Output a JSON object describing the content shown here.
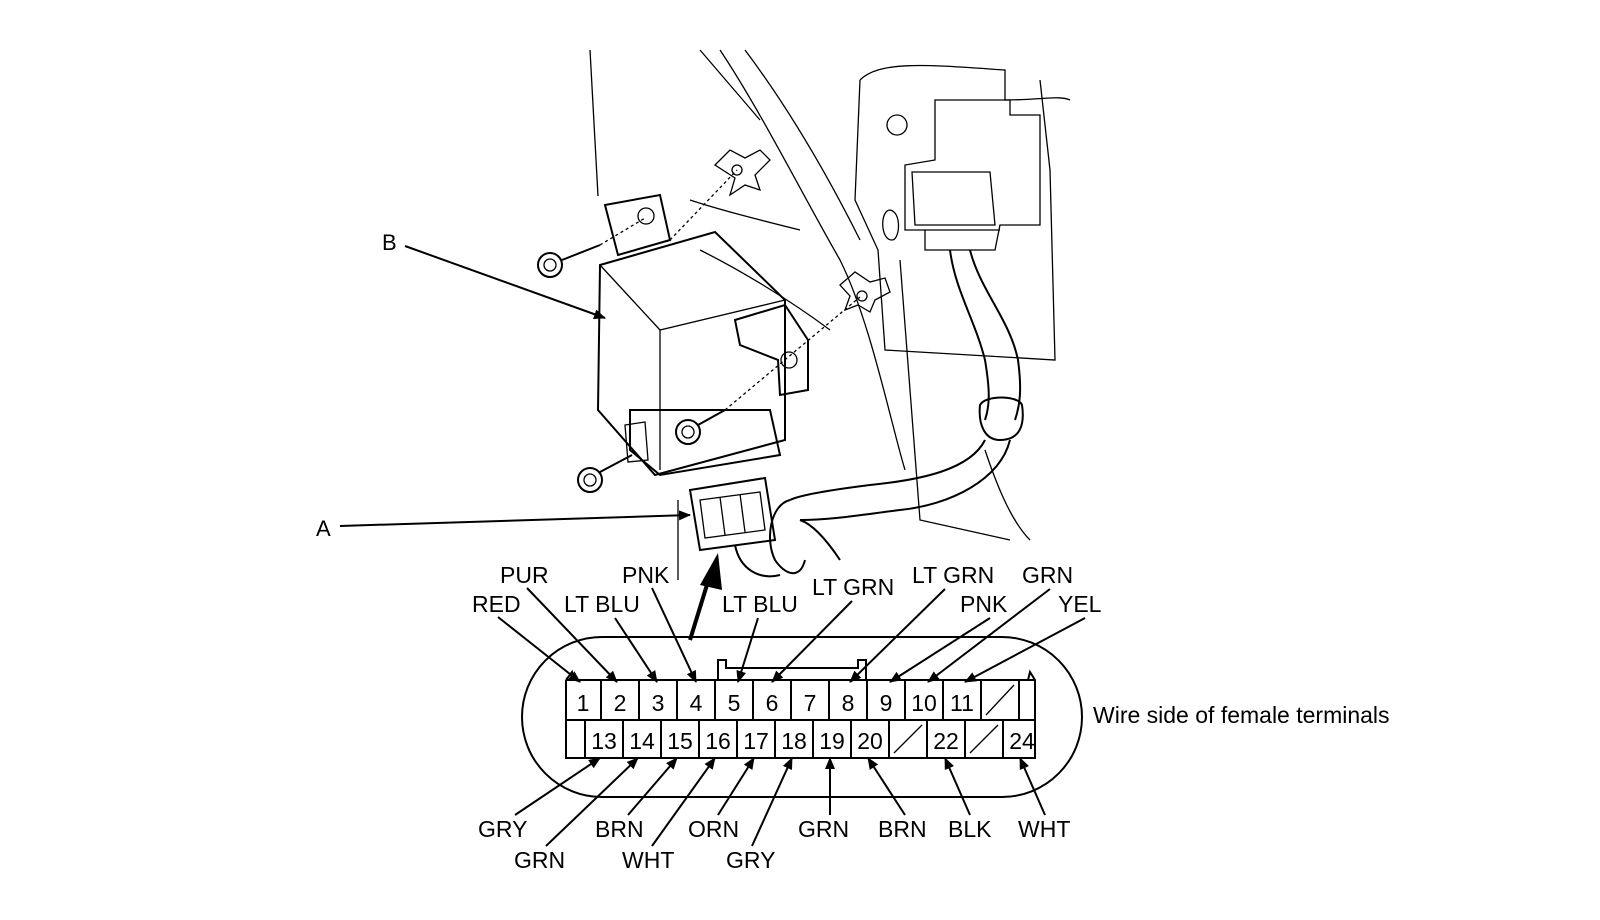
{
  "callouts": {
    "a": "A",
    "b": "B"
  },
  "connector_caption": "Wire side of female terminals",
  "top_pins": [
    "1",
    "2",
    "3",
    "4",
    "5",
    "6",
    "7",
    "8",
    "9",
    "10",
    "11"
  ],
  "bottom_pins": [
    "13",
    "14",
    "15",
    "16",
    "17",
    "18",
    "19",
    "20",
    "22",
    "24"
  ],
  "top_wires": {
    "pin1": "RED",
    "pin2": "PUR",
    "pin3": "LT BLU",
    "pin4": "PNK",
    "pin5": "LT BLU",
    "pin6": "LT GRN",
    "pin8": "LT GRN",
    "pin9": "PNK",
    "pin10": "GRN",
    "pin11": "YEL"
  },
  "bottom_wires": {
    "pin13": "GRY",
    "pin14": "GRN",
    "pin15": "BRN",
    "pin16": "WHT",
    "pin17": "ORN",
    "pin18": "GRY",
    "pin19": "GRN",
    "pin20": "BRN",
    "pin22": "BLK",
    "pin24": "WHT"
  }
}
